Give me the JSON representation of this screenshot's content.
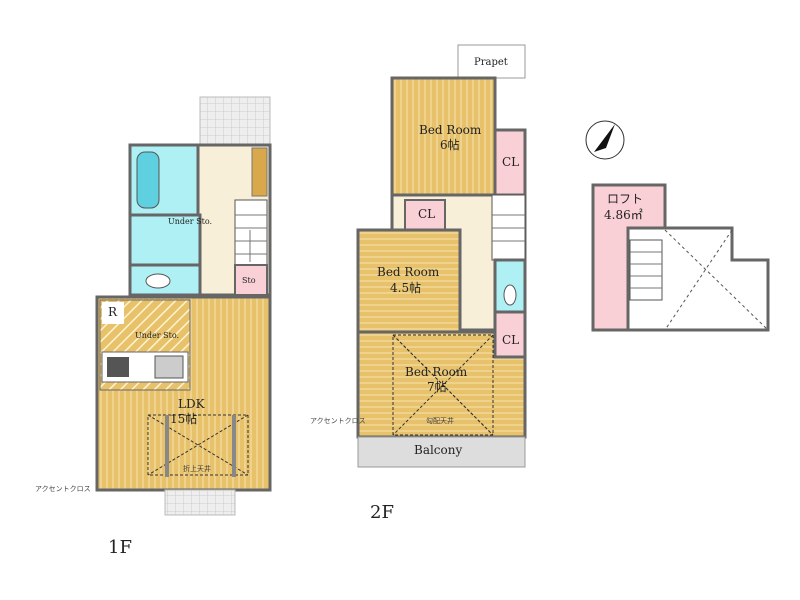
{
  "floor1": {
    "label": "1F",
    "ldk": {
      "name": "LDK",
      "size": "15帖"
    },
    "refrigerator": "R",
    "under_storage_kitchen": "Under Sto.",
    "under_storage_wash": "Under Sto.",
    "storage": "Sto",
    "ceiling_note": "折上天井",
    "accent_note": "アクセントクロス"
  },
  "floor2": {
    "label": "2F",
    "parapet": "Prapet",
    "bedroom_6": {
      "name": "Bed Room",
      "size": "6帖"
    },
    "bedroom_45": {
      "name": "Bed Room",
      "size": "4.5帖"
    },
    "bedroom_7": {
      "name": "Bed Room",
      "size": "7帖"
    },
    "closet_labels": [
      "CL",
      "CL",
      "CL"
    ],
    "balcony": "Balcony",
    "ceiling_note": "勾配天井",
    "accent_note": "アクセントクロス"
  },
  "loft": {
    "name": "ロフト",
    "size": "4.86㎡"
  },
  "colors": {
    "floor": "#e8c26a",
    "wet": "#aef0f4",
    "storage": "#f9d0d6",
    "wall": "#666666",
    "balcony": "#dddddd"
  }
}
